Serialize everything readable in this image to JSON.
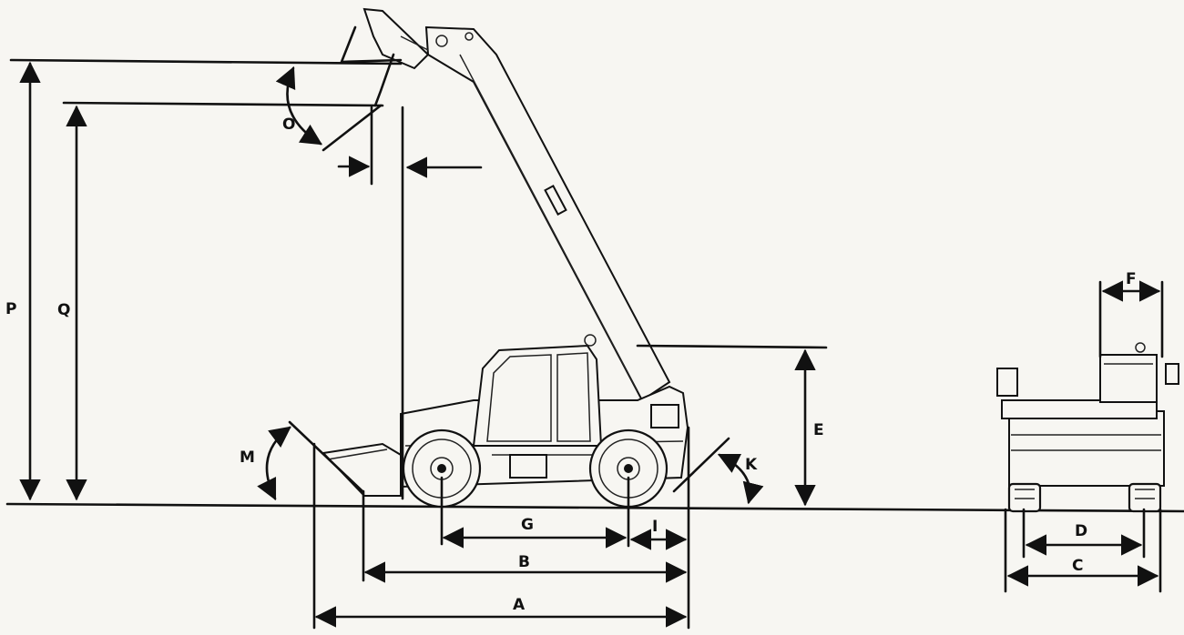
{
  "diagram": {
    "labels": {
      "A": "A",
      "B": "B",
      "C": "C",
      "D": "D",
      "E": "E",
      "F": "F",
      "G": "G",
      "I": "I",
      "K": "K",
      "M": "M",
      "O": "O",
      "P": "P",
      "Q": "Q"
    }
  }
}
